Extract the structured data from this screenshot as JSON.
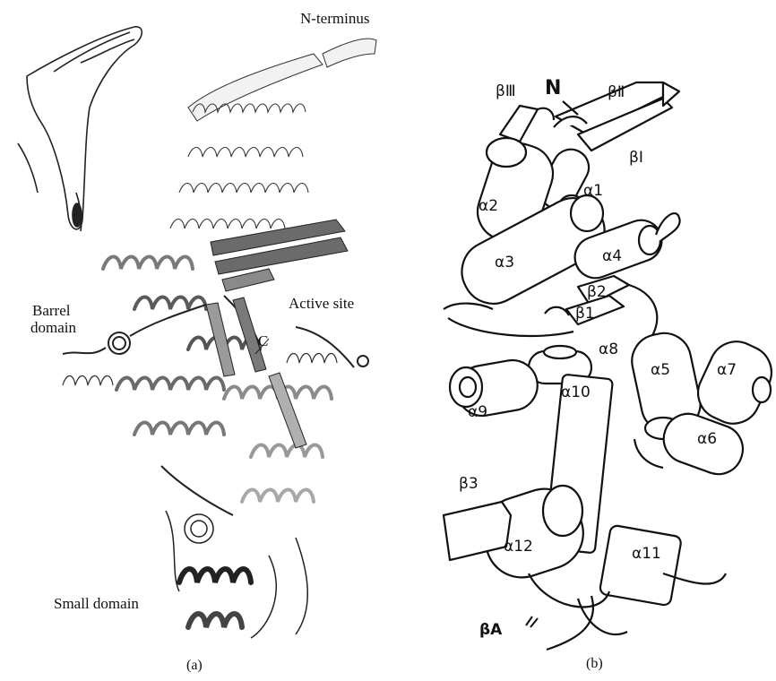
{
  "panel_a": {
    "labels": {
      "n_terminus": "N-terminus",
      "barrel_domain_1": "Barrel",
      "barrel_domain_2": "domain",
      "active_site": "Active site",
      "c_terminus": "C",
      "small_domain": "Small domain"
    },
    "caption": "(a)"
  },
  "panel_b": {
    "labels": {
      "beta_III": "βⅢ",
      "n": "N",
      "beta_II": "βⅡ",
      "beta_I": "βⅠ",
      "alpha1": "α1",
      "alpha2": "α2",
      "alpha3": "α3",
      "alpha4": "α4",
      "beta2": "β2",
      "beta1": "β1",
      "alpha8": "α8",
      "alpha5": "α5",
      "alpha7": "α7",
      "alpha9": "α9",
      "alpha10": "α10",
      "alpha6": "α6",
      "beta3": "β3",
      "alpha11": "α11",
      "alpha12": "α12",
      "beta_A": "βA"
    },
    "caption": "(b)"
  }
}
